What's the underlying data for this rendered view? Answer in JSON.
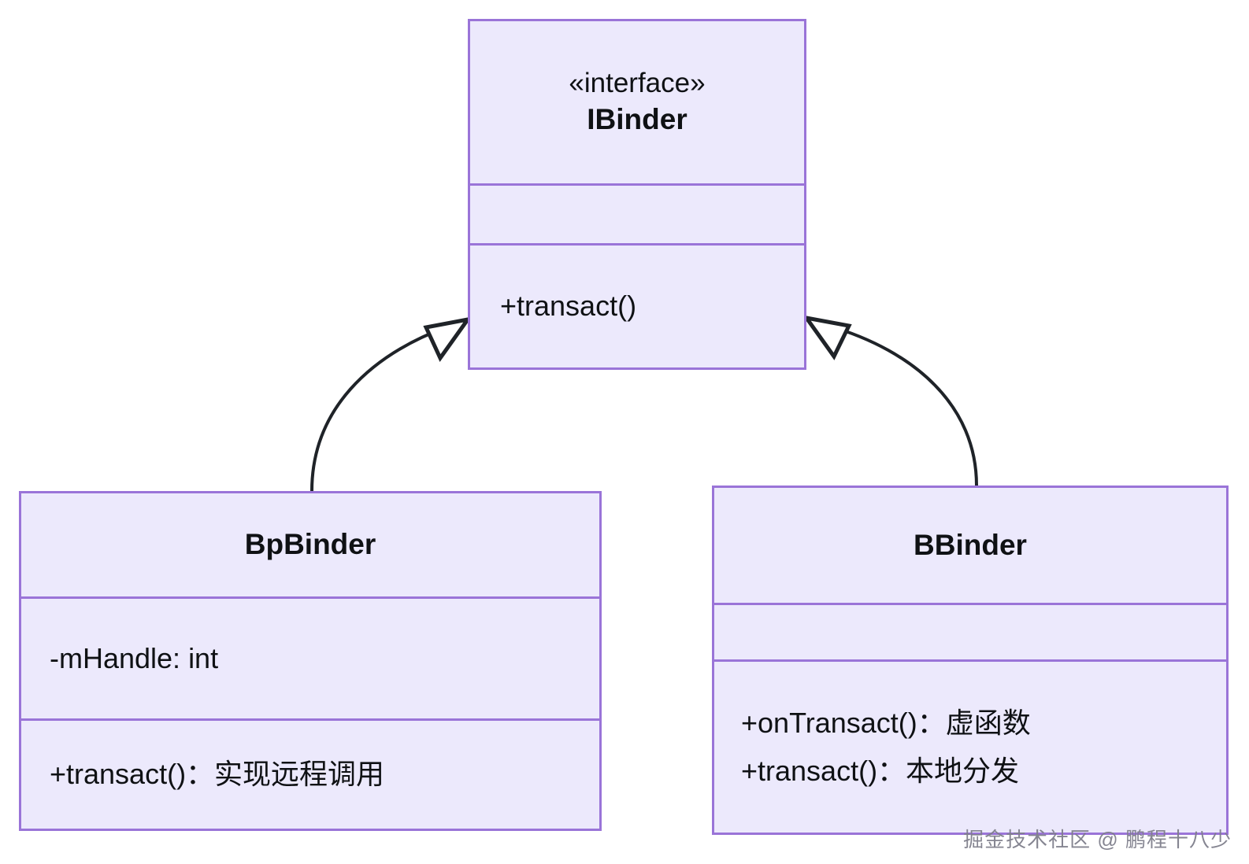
{
  "diagram": {
    "type": "uml-class-diagram",
    "title": "Binder IBinder class hierarchy",
    "colors": {
      "box_fill": "#ece9fc",
      "box_border": "#9a74d8",
      "text": "#0f1114",
      "connector": "#1f2328",
      "background": "#ffffff",
      "watermark": "#7f7f8c"
    },
    "classes": [
      {
        "id": "ibinder",
        "stereotype": "«interface»",
        "name": "IBinder",
        "attributes": [],
        "methods": [
          "+transact()"
        ]
      },
      {
        "id": "bpbinder",
        "stereotype": "",
        "name": "BpBinder",
        "attributes": [
          "-mHandle: int"
        ],
        "methods": [
          "+transact()：实现远程调用"
        ]
      },
      {
        "id": "bbinder",
        "stereotype": "",
        "name": "BBinder",
        "attributes": [],
        "methods": [
          "+onTransact()：虚函数",
          "+transact()：本地分发"
        ]
      }
    ],
    "relationships": [
      {
        "kind": "generalization",
        "from": "bpbinder",
        "to": "ibinder",
        "arrowhead": "hollow-triangle"
      },
      {
        "kind": "generalization",
        "from": "bbinder",
        "to": "ibinder",
        "arrowhead": "hollow-triangle"
      }
    ]
  },
  "watermark": {
    "text": "掘金技术社区 @ 鹏程十八少"
  }
}
